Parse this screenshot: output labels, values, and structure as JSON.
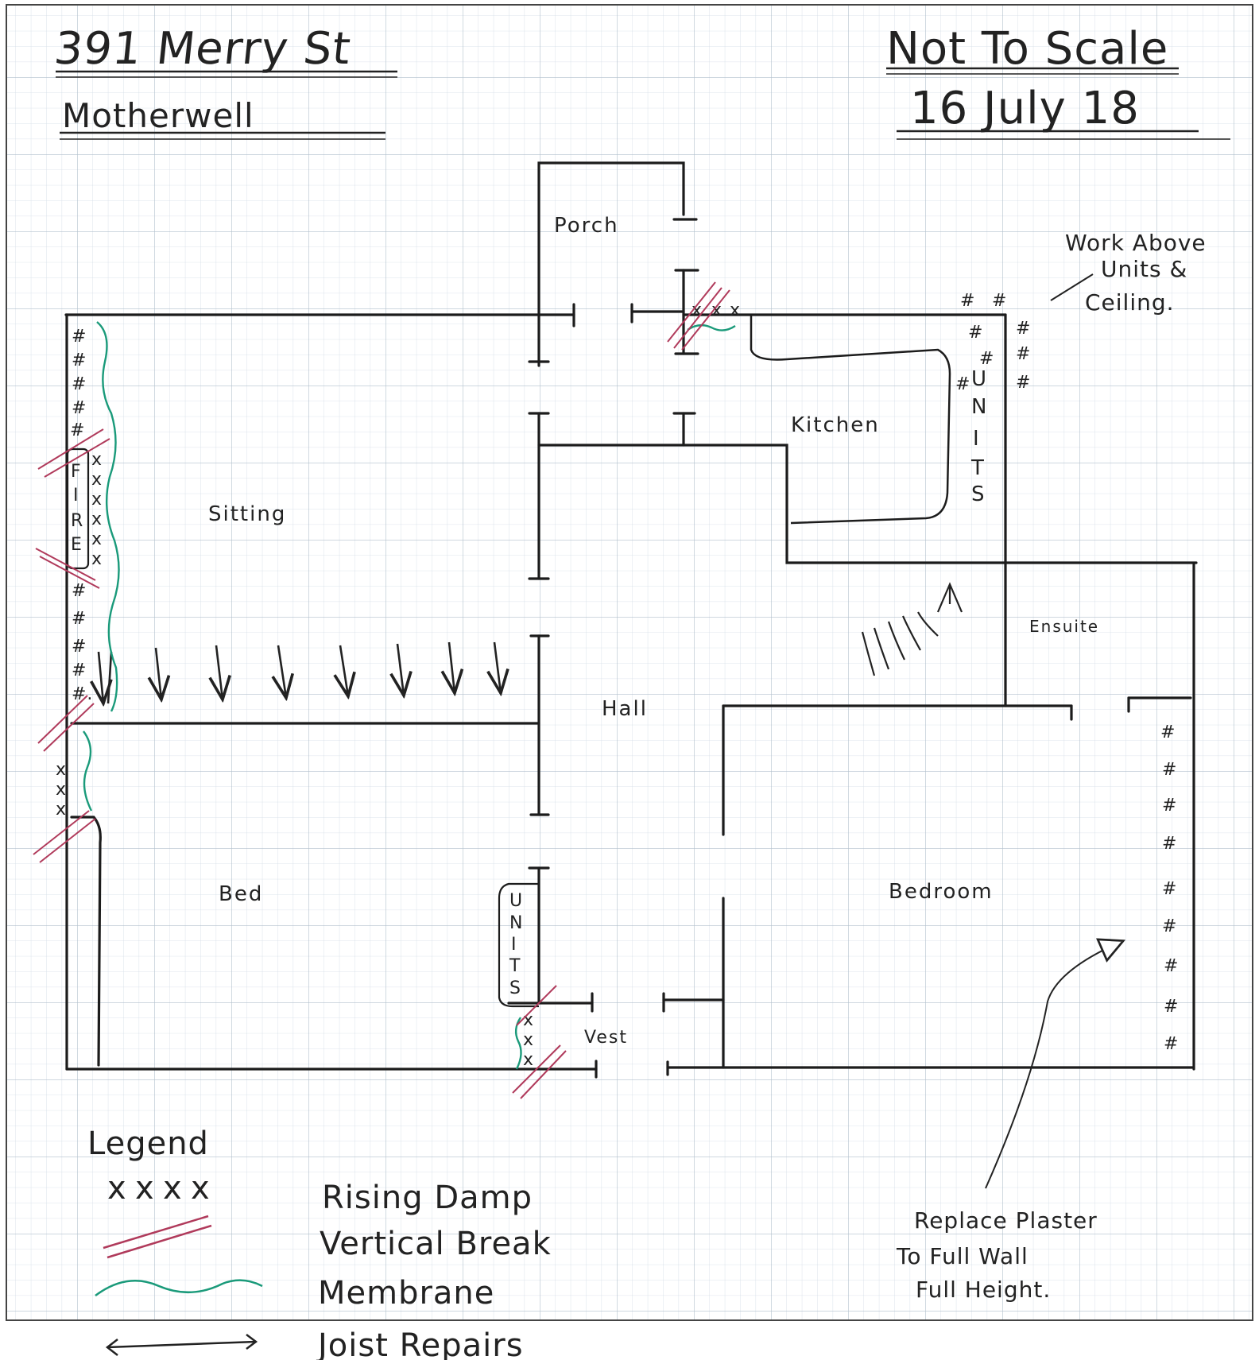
{
  "header": {
    "address_line1": "391 Merry St",
    "address_line2": "Motherwell",
    "scale_note": "Not To Scale",
    "date": "16 July 18"
  },
  "rooms": {
    "porch": "Porch",
    "kitchen": "Kitchen",
    "sitting": "Sitting",
    "hall": "Hall",
    "ensuite": "Ensuite",
    "bed": "Bed",
    "bedroom": "Bedroom",
    "vest": "Vest"
  },
  "fixtures": {
    "units_letters": [
      "U",
      "N",
      "I",
      "T",
      "S"
    ],
    "fire_letters": [
      "F",
      "I",
      "R",
      "E"
    ],
    "fire_label": "Fire",
    "kitchen_units_label": "Units",
    "bed_units_label": "Units"
  },
  "notes": {
    "work_above_line1": "Work Above",
    "work_above_line2": "Units &",
    "work_above_line3": "Ceiling.",
    "replace_line1": "Replace Plaster",
    "replace_line2": "To Full Wall",
    "replace_line3": "Full Height."
  },
  "legend": {
    "title": "Legend",
    "items": [
      {
        "symbol": "xxxx",
        "label": "Rising Damp"
      },
      {
        "symbol": "double-slash",
        "label": "Vertical Break"
      },
      {
        "symbol": "wavy-line",
        "label": "Membrane"
      },
      {
        "symbol": "double-arrow",
        "label": "Joist Repairs"
      }
    ]
  },
  "colors": {
    "ink": "#222222",
    "damp": "#b03a5b",
    "membrane": "#1a9a7a",
    "grid": "#c8d3dd",
    "grid_major": "#aab8c6"
  }
}
